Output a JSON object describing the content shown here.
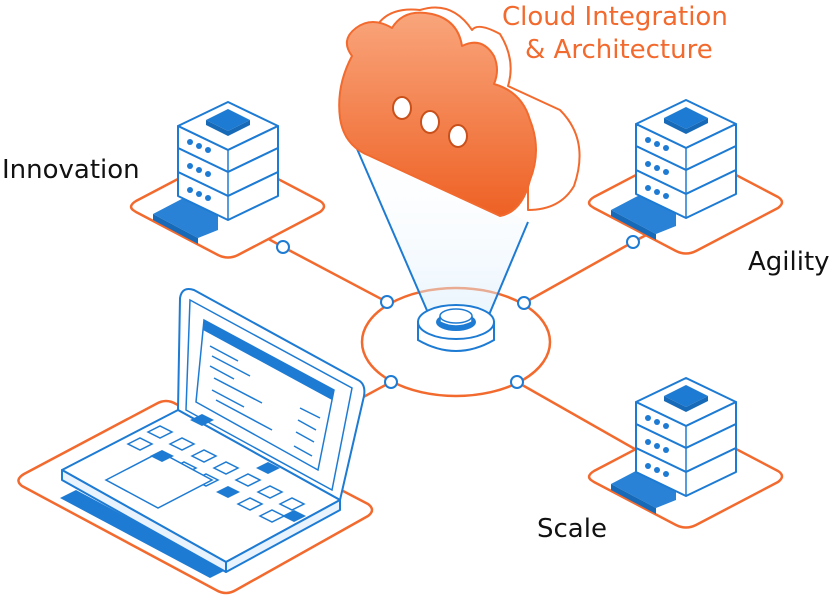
{
  "title": {
    "line1": "Cloud Integration",
    "line2": "& Architecture"
  },
  "labels": {
    "innovation": "Innovation",
    "agility": "Agility",
    "scale": "Scale"
  },
  "colors": {
    "accent_orange": "#F26A2E",
    "cloud_light": "#F7A479",
    "primary_blue": "#1E7BD3",
    "light_blue": "#E8F3FD",
    "line_blue": "#2C86D8"
  },
  "icons": [
    "cloud-icon",
    "server-stack-icon",
    "laptop-icon",
    "hub-node-icon"
  ]
}
